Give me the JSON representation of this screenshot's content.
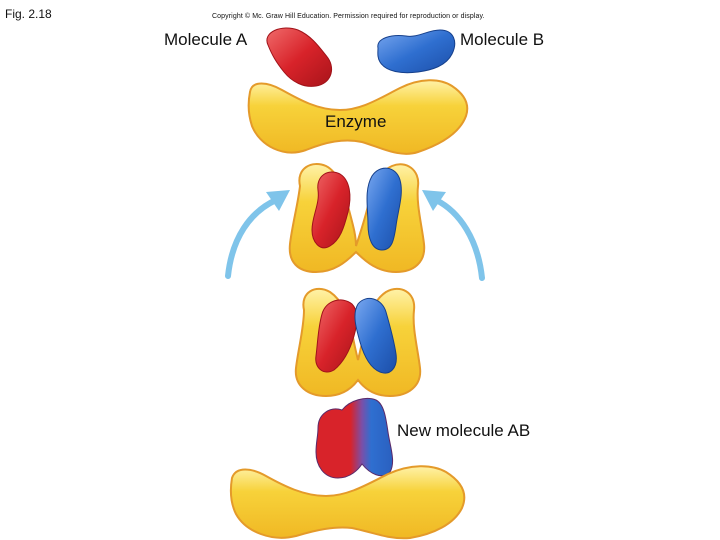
{
  "figure_label": "Fig. 2.18",
  "copyright": "Copyright © Mc. Graw Hill Education. Permission required for reproduction or display.",
  "labels": {
    "molecule_a": "Molecule A",
    "molecule_b": "Molecule B",
    "enzyme": "Enzyme",
    "new_molecule": "New molecule AB"
  },
  "colors": {
    "enzyme_fill": "#f5c72a",
    "enzyme_edge": "#e49a2a",
    "enzyme_highlight": "#fff2a8",
    "molecule_a": "#d8232a",
    "molecule_a_highlight": "#f06a6a",
    "molecule_b": "#2f6fd0",
    "molecule_b_highlight": "#7aa8f0",
    "arrow": "#7fc4ea"
  },
  "icons": [
    "curved-arrow-icon",
    "curved-arrow-icon"
  ]
}
